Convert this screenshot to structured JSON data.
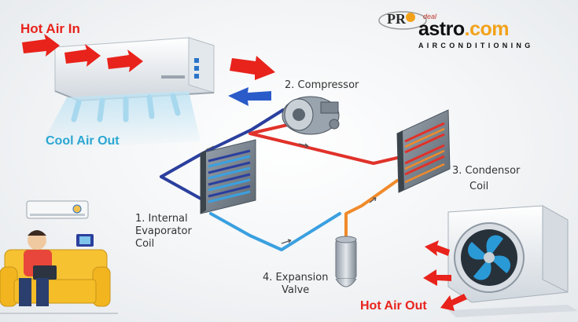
{
  "labels": {
    "hot_air_in": "Hot Air In",
    "cool_air_out": "Cool Air Out",
    "hot_air_out": "Hot Air Out",
    "compressor": "2. Compressor",
    "condensor_line1": "3. Condensor",
    "condensor_line2": "Coil",
    "evaporator_line1": "1. Internal",
    "evaporator_line2": "Evaporator",
    "evaporator_line3": "Coil",
    "expansion_line1": "4. Expansion",
    "expansion_line2": "Valve"
  },
  "logo": {
    "pro": "PR",
    "deal": "deal",
    "main": "astro",
    "dot": ".",
    "com": "com",
    "subtitle": "AIRCONDITIONING"
  },
  "colors": {
    "hot": "#e8231c",
    "cool": "#2aa6d2",
    "hot_pipe": "#e0322a",
    "cold_pipe": "#2b3f9e",
    "light_pipe": "#3aa0e0",
    "warm_pipe": "#f08a2a"
  }
}
